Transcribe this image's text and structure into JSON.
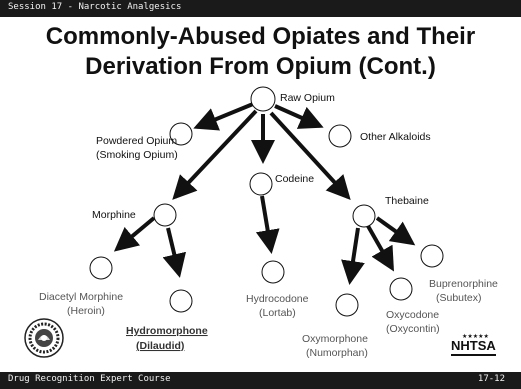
{
  "header": {
    "session": "Session 17 - Narcotic Analgesics"
  },
  "title": {
    "line1": "Commonly-Abused Opiates and Their",
    "line2": "Derivation From Opium (Cont.)"
  },
  "nodes": {
    "raw_opium": "Raw Opium",
    "powdered_line1": "Powdered Opium",
    "powdered_line2": "(Smoking Opium)",
    "other_alkaloids": "Other Alkaloids",
    "morphine": "Morphine",
    "codeine": "Codeine",
    "thebaine": "Thebaine",
    "diacetyl_line1": "Diacetyl Morphine",
    "diacetyl_line2": "(Heroin)",
    "hydromorphone_line1": "Hydromorphone",
    "hydromorphone_line2": "(Dilaudid)",
    "hydrocodone_line1": "Hydrocodone",
    "hydrocodone_line2": "(Lortab)",
    "buprenorphine_line1": "Buprenorphine",
    "buprenorphine_line2": "(Subutex)",
    "oxycodone_line1": "Oxycodone",
    "oxycodone_line2": "(Oxycontin)",
    "oxymorphone_line1": "Oxymorphone",
    "oxymorphone_line2": "(Numorphan)"
  },
  "logo": {
    "agency": "NHTSA"
  },
  "footer": {
    "course": "Drug Recognition Expert Course",
    "page": "17-12"
  },
  "colors": {
    "bars": "#1a1a1a",
    "arrows": "#111111",
    "labels": "#111111",
    "muted_labels": "#555555"
  }
}
